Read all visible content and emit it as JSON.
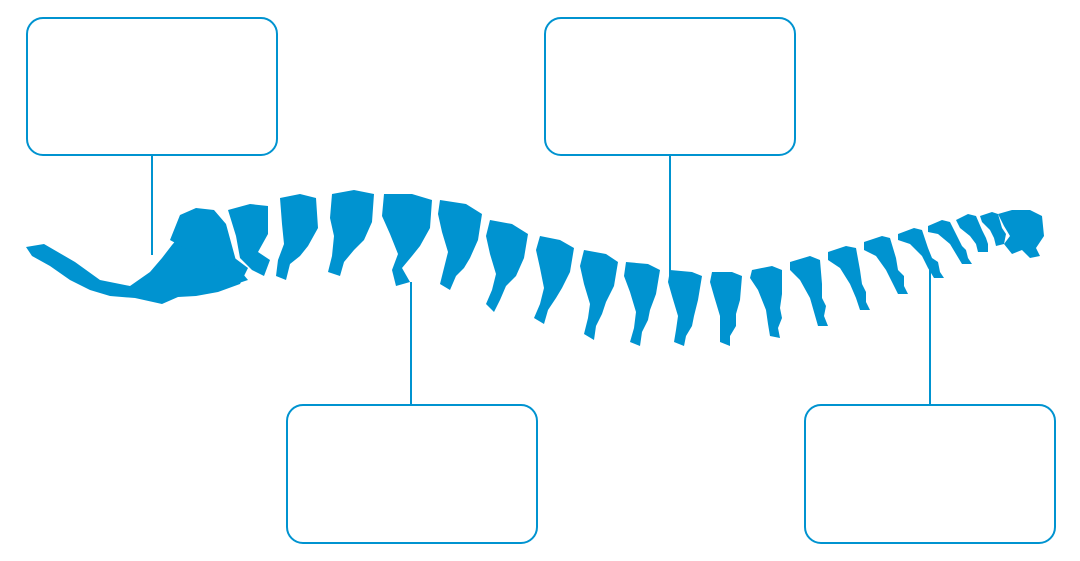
{
  "colors": {
    "spine": "#0093d0",
    "outline": "#0093d0",
    "background": "#ffffff"
  },
  "label_boxes": [
    {
      "id": "top-left",
      "text": ""
    },
    {
      "id": "top-right",
      "text": ""
    },
    {
      "id": "bottom-left",
      "text": ""
    },
    {
      "id": "bottom-right",
      "text": ""
    }
  ]
}
